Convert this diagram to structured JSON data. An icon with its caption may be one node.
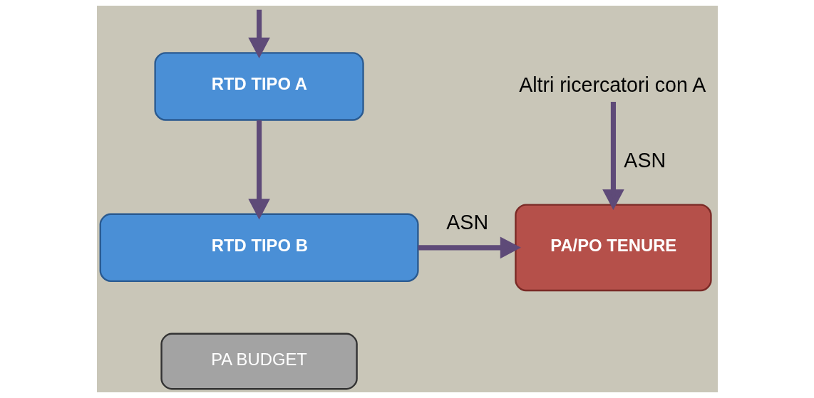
{
  "diagram": {
    "nodes": [
      {
        "text": [
          "Altri ricercatori con A"
        ]
      },
      {
        "text": [
          "RTD TIPO A"
        ]
      },
      {
        "text": [
          "RTD TIPO B"
        ]
      },
      {
        "text": [
          "PA BUDGET"
        ]
      },
      {
        "text": [
          "PA/PO TENURE"
        ]
      }
    ],
    "edges": [
      {
        "from": null,
        "to": 1,
        "arrow": "to"
      },
      {
        "from": 1,
        "to": 2,
        "arrow": "to"
      },
      {
        "from": 2,
        "to": 4,
        "arrow": "to",
        "label": "ASN"
      },
      {
        "from": 0,
        "to": 4,
        "arrow": "to",
        "label": "ASN"
      }
    ]
  }
}
